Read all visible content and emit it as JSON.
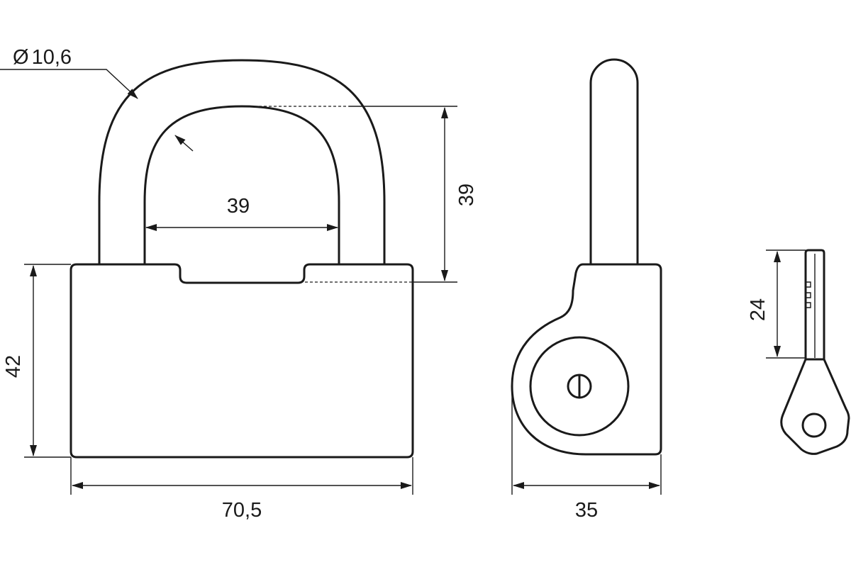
{
  "dimensions": {
    "shackle_diameter": "10,6",
    "shackle_inner_width": "39",
    "shackle_clearance": "39",
    "body_height": "42",
    "body_width": "70,5",
    "depth": "35",
    "key_length": "24"
  },
  "symbols": {
    "diameter_symbol": "Ø"
  },
  "colors": {
    "line": "#1a1a1a",
    "background": "#ffffff"
  }
}
